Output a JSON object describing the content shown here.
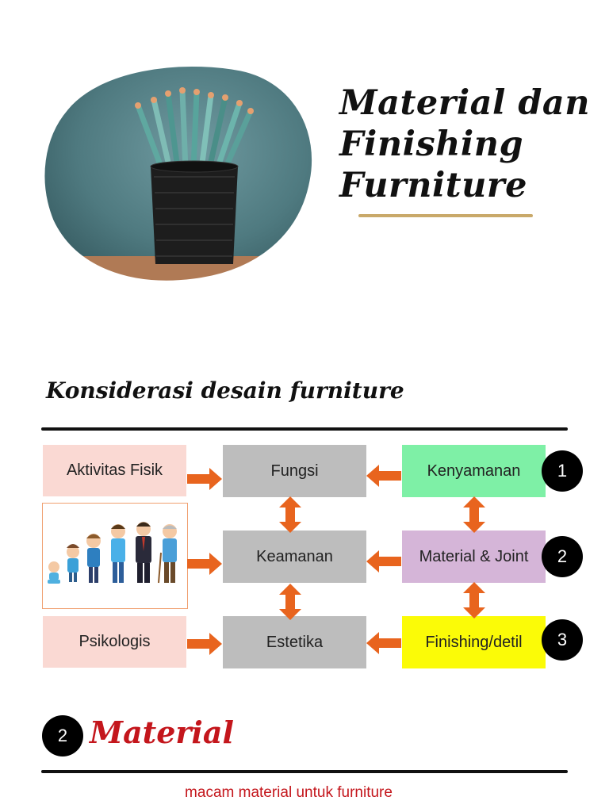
{
  "title": {
    "line1": "Material dan",
    "line2": "Finishing",
    "line3": "Furniture"
  },
  "section1": {
    "heading": "Konsiderasi desain furniture"
  },
  "diagram": {
    "left": {
      "aktivitas": "Aktivitas Fisik",
      "psikologis": "Psikologis"
    },
    "center": {
      "fungsi": "Fungsi",
      "keamanan": "Keamanan",
      "estetika": "Estetika"
    },
    "right": {
      "kenyamanan": "Kenyamanan",
      "material": "Material & Joint",
      "finishing": "Finishing/detil"
    },
    "numbers": [
      "1",
      "2",
      "3"
    ],
    "colors": {
      "pink": "#fad9d3",
      "grey": "#bdbdbd",
      "green": "#7ef0a6",
      "purple": "#d5b5d8",
      "yellow": "#fbfb07",
      "arrow": "#e8641e"
    }
  },
  "section2": {
    "number": "2",
    "heading": "Material",
    "caption": "macam material untuk furniture"
  }
}
